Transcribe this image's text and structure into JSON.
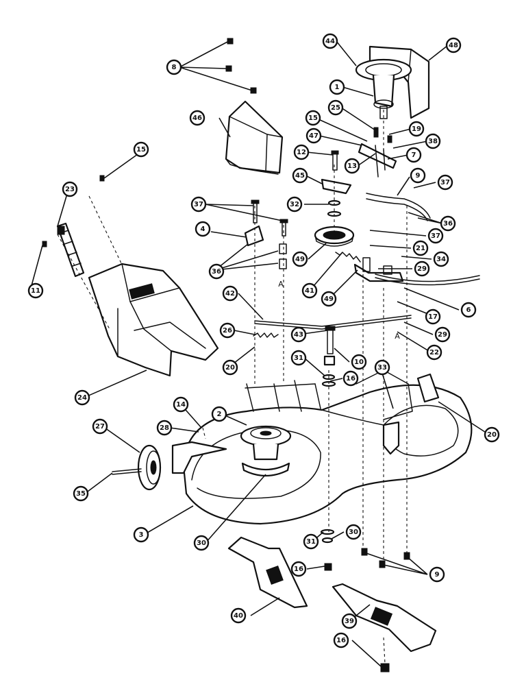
{
  "diagram": {
    "type": "exploded-parts-diagram",
    "callouts": [
      {
        "id": "c-8-top",
        "number": "8",
        "target": "screws-top"
      },
      {
        "id": "c-44",
        "number": "44",
        "target": "belt-guard-clip"
      },
      {
        "id": "c-48",
        "number": "48",
        "target": "belt-cover"
      },
      {
        "id": "c-1",
        "number": "1",
        "target": "engine-pulley"
      },
      {
        "id": "c-25-top",
        "number": "25",
        "target": "idler-bracket"
      },
      {
        "id": "c-15-right",
        "number": "15",
        "target": "idler-pin"
      },
      {
        "id": "c-19",
        "number": "19",
        "target": "bolt"
      },
      {
        "id": "c-46",
        "number": "46",
        "target": "chute-cover"
      },
      {
        "id": "c-47",
        "number": "47",
        "target": "idler-arm"
      },
      {
        "id": "c-38-a",
        "number": "38",
        "target": "bolt-small"
      },
      {
        "id": "c-12",
        "number": "12",
        "target": "shoulder-bolt"
      },
      {
        "id": "c-13",
        "number": "13",
        "target": "spacer"
      },
      {
        "id": "c-7",
        "number": "7",
        "target": "bracket"
      },
      {
        "id": "c-15-left",
        "number": "15",
        "target": "clip"
      },
      {
        "id": "c-45",
        "number": "45",
        "target": "belt-guide"
      },
      {
        "id": "c-9-top",
        "number": "9",
        "target": "belt"
      },
      {
        "id": "c-37-right",
        "number": "37",
        "target": "bolt"
      },
      {
        "id": "c-23",
        "number": "23",
        "target": "handle-bracket"
      },
      {
        "id": "c-37-left",
        "number": "37",
        "target": "bolt"
      },
      {
        "id": "c-32",
        "number": "32",
        "target": "washer"
      },
      {
        "id": "c-36-right",
        "number": "36",
        "target": "bushing"
      },
      {
        "id": "c-4",
        "number": "4",
        "target": "hanger-bracket"
      },
      {
        "id": "c-37-mid",
        "number": "37",
        "target": "bolt"
      },
      {
        "id": "c-21",
        "number": "21",
        "target": "nut"
      },
      {
        "id": "c-49",
        "number": "49",
        "target": "pulley"
      },
      {
        "id": "c-34",
        "number": "34",
        "target": "bolt"
      },
      {
        "id": "c-36-left",
        "number": "36",
        "target": "bushing"
      },
      {
        "id": "c-29-right",
        "number": "29",
        "target": "washer"
      },
      {
        "id": "c-11",
        "number": "11",
        "target": "spring-pin"
      },
      {
        "id": "c-41",
        "number": "41",
        "target": "spring"
      },
      {
        "id": "c-49-b",
        "number": "49",
        "target": "link"
      },
      {
        "id": "c-6",
        "number": "6",
        "target": "cable"
      },
      {
        "id": "c-42",
        "number": "42",
        "target": "rod"
      },
      {
        "id": "c-17",
        "number": "17",
        "target": "nut"
      },
      {
        "id": "c-26",
        "number": "26",
        "target": "spring"
      },
      {
        "id": "c-43",
        "number": "43",
        "target": "spindle-bolt"
      },
      {
        "id": "c-29-b",
        "number": "29",
        "target": "washer"
      },
      {
        "id": "c-20-left",
        "number": "20",
        "target": "nut"
      },
      {
        "id": "c-10",
        "number": "10",
        "target": "spacer"
      },
      {
        "id": "c-22",
        "number": "22",
        "target": "screw"
      },
      {
        "id": "c-31-top",
        "number": "31",
        "target": "washer"
      },
      {
        "id": "c-16-top",
        "number": "16",
        "target": "nut"
      },
      {
        "id": "c-33",
        "number": "33",
        "target": "bracket"
      },
      {
        "id": "c-24",
        "number": "24",
        "target": "grass-bag"
      },
      {
        "id": "c-14",
        "number": "14",
        "target": "screw"
      },
      {
        "id": "c-2",
        "number": "2",
        "target": "spindle-pulley"
      },
      {
        "id": "c-20-right",
        "number": "20",
        "target": "nut"
      },
      {
        "id": "c-27",
        "number": "27",
        "target": "wheel"
      },
      {
        "id": "c-28",
        "number": "28",
        "target": "axle-bolt"
      },
      {
        "id": "c-35",
        "number": "35",
        "target": "wheel-bolt"
      },
      {
        "id": "c-3",
        "number": "3",
        "target": "mower-deck"
      },
      {
        "id": "c-30-spindle",
        "number": "30",
        "target": "spindle"
      },
      {
        "id": "c-31-bottom",
        "number": "31",
        "target": "washer"
      },
      {
        "id": "c-30-b",
        "number": "30",
        "target": "washer"
      },
      {
        "id": "c-16-mid",
        "number": "16",
        "target": "nut"
      },
      {
        "id": "c-9-bottom",
        "number": "9",
        "target": "bolts"
      },
      {
        "id": "c-40",
        "number": "40",
        "target": "blade-left"
      },
      {
        "id": "c-39",
        "number": "39",
        "target": "blade-right"
      },
      {
        "id": "c-16-bottom",
        "number": "16",
        "target": "nut"
      }
    ],
    "letter_labels": [
      {
        "id": "a-left",
        "text": "A"
      },
      {
        "id": "a-right",
        "text": "A"
      }
    ],
    "colors": {
      "ink": "#111111",
      "paper": "#ffffff"
    }
  }
}
